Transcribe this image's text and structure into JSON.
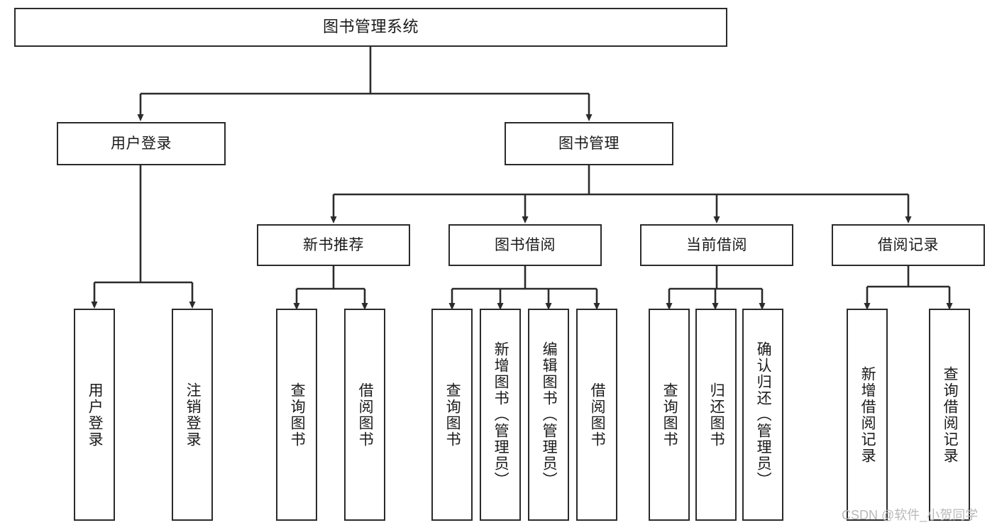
{
  "diagram": {
    "type": "tree",
    "title": "图书管理系统",
    "orientation": "top-down",
    "colors": {
      "box_border": "#2b2b2b",
      "box_fill": "#ffffff",
      "connector": "#2b2b2b",
      "text": "#1a1a1a",
      "watermark": "#b9b9b9"
    }
  },
  "root": {
    "label": "图书管理系统"
  },
  "level2": [
    {
      "label": "用户登录"
    },
    {
      "label": "图书管理"
    }
  ],
  "level3": [
    {
      "label": "新书推荐"
    },
    {
      "label": "图书借阅"
    },
    {
      "label": "当前借阅"
    },
    {
      "label": "借阅记录"
    }
  ],
  "leaves": {
    "user_login": [
      {
        "label": "用户登录"
      },
      {
        "label": "注销登录"
      }
    ],
    "new_book_recommend": [
      {
        "label": "查询图书"
      },
      {
        "label": "借阅图书"
      }
    ],
    "book_borrow": [
      {
        "label": "查询图书"
      },
      {
        "label": "新增图书（管理员）"
      },
      {
        "label": "编辑图书（管理员）"
      },
      {
        "label": "借阅图书"
      }
    ],
    "current_borrow": [
      {
        "label": "查询图书"
      },
      {
        "label": "归还图书"
      },
      {
        "label": "确认归还（管理员）"
      }
    ],
    "borrow_record": [
      {
        "label": "新增借阅记录"
      },
      {
        "label": "查询借阅记录"
      }
    ]
  },
  "watermark": {
    "text": "CSDN @软件_小贺同学"
  }
}
